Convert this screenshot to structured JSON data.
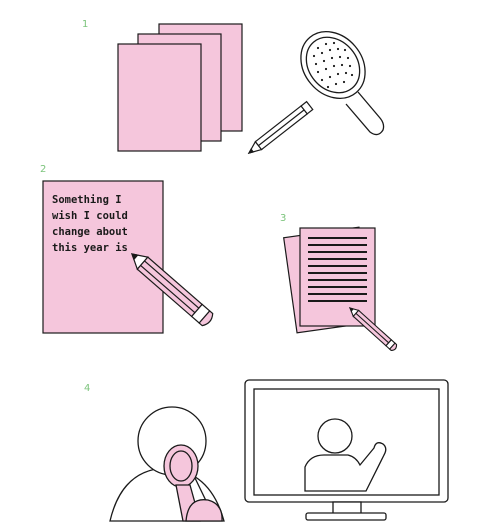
{
  "steps": [
    {
      "number": "1"
    },
    {
      "number": "2",
      "note_lines": [
        "Something I",
        "wish I could",
        "change about",
        "this year is"
      ]
    },
    {
      "number": "3"
    },
    {
      "number": "4"
    }
  ],
  "colors": {
    "pink": "#f5c6dc",
    "outline": "#1a1a1a",
    "step_number": "#7cc47c",
    "white": "#ffffff"
  },
  "icons": [
    "paper-stack-icon",
    "hand-mirror-icon",
    "pencil-icon",
    "note-card-icon",
    "written-pages-icon",
    "person-with-mirror-icon",
    "video-call-monitor-icon"
  ]
}
